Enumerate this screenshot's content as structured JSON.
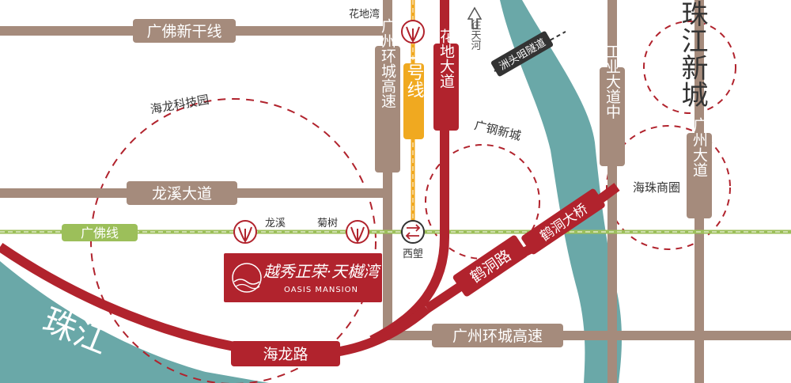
{
  "roads": {
    "guangfo_xingan": "广佛新干线",
    "longxi_dadao": "龙溪大道",
    "guangzhou_huancheng_v": "广州环城高速",
    "guangzhou_huancheng_h": "广州环城高速",
    "huadi_dadao": "花地大道",
    "gongye_dadao_zhong": "工业大道中",
    "guangzhou_dadao": "广州大道",
    "hailong_lu": "海龙路",
    "hedong_lu": "鹤洞路",
    "hedong_daqiao": "鹤洞大桥",
    "zhoutou_tunnel": "洲头咀隧道",
    "wang_tianhe": "往天河"
  },
  "metro": {
    "line1": "1号线",
    "guangfo_line": "广佛线",
    "stations": {
      "huadiwan": "花地湾",
      "longxi": "龙溪",
      "jushu": "菊树",
      "xilang": "西塱"
    }
  },
  "areas": {
    "hailong_keji_yuan": "海龙科技园",
    "guanggang_xincheng": "广钢新城",
    "haizhu_shangquan": "海珠商圈",
    "zhujiang_xincheng": "珠江新城"
  },
  "river": {
    "zhujiang": "珠江"
  },
  "project": {
    "name_cn": "越秀正荣·天樾湾",
    "name_en": "OASIS MANSION"
  },
  "colors": {
    "road_brown": "#a58b7c",
    "road_red": "#b1232d",
    "river_teal": "#6aa8a8",
    "metro_green": "#9cbf5a",
    "metro_yellow": "#f0a920",
    "circle_dashed": "#b1232d"
  }
}
